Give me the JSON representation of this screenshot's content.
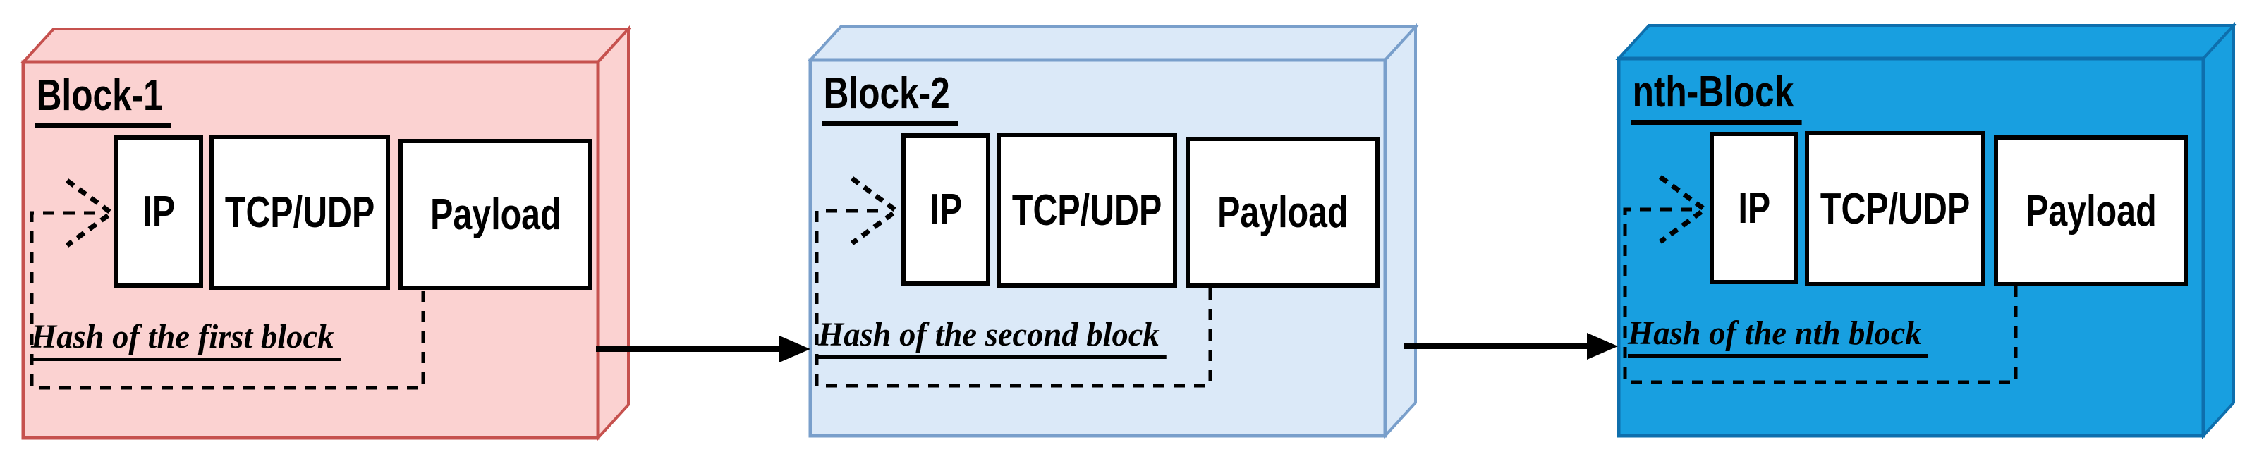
{
  "diagram": {
    "description": "Blockchain of packet blocks",
    "colors": {
      "background": "#FFFFFF",
      "connector": "#000000",
      "text": "#000000",
      "field_box_fill": "#FFFFFF",
      "field_box_border": "#000000"
    },
    "blocks": [
      {
        "title": "Block-1",
        "fields": [
          "IP",
          "TCP/UDP",
          "Payload"
        ],
        "hash_label": "Hash of the first block",
        "colors": {
          "fill": "#FBD2D1",
          "border": "#C6514E"
        }
      },
      {
        "title": "Block-2",
        "fields": [
          "IP",
          "TCP/UDP",
          "Payload"
        ],
        "hash_label": "Hash of the second block",
        "colors": {
          "fill": "#DBE9F8",
          "border": "#799FCB"
        }
      },
      {
        "title": "nth-Block",
        "fields": [
          "IP",
          "TCP/UDP",
          "Payload"
        ],
        "hash_label": "Hash of the nth block",
        "colors": {
          "fill": "#189FE0",
          "border": "#0E6FAD"
        }
      }
    ],
    "arrows": [
      {
        "from": "Block-1",
        "to": "Block-2"
      },
      {
        "from": "Block-2",
        "to": "nth-Block"
      }
    ]
  }
}
